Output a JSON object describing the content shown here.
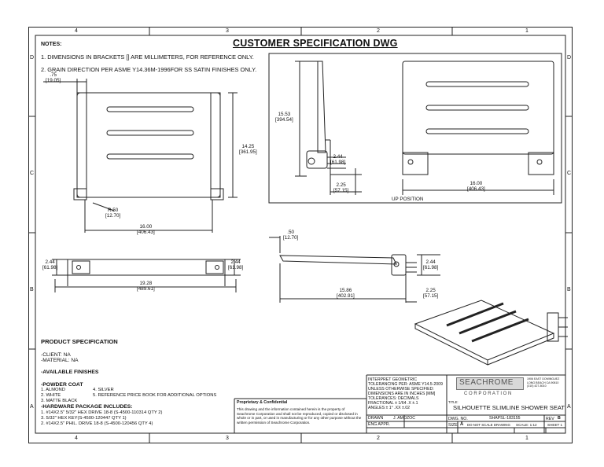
{
  "title": "CUSTOMER SPECIFICATION DWG",
  "zones": {
    "columns": [
      "4",
      "3",
      "2",
      "1"
    ],
    "rows": [
      "D",
      "C",
      "B",
      "A"
    ]
  },
  "notes": {
    "heading": "NOTES:",
    "items": [
      "1. DIMENSIONS IN BRACKETS [] ARE MILLIMETERS, FOR REFERENCE ONLY.",
      "2. GRAIN DIRECTION PER ASME Y14.36M-1996FOR SS SATIN FINISHES ONLY."
    ]
  },
  "dimensions": {
    "top_left_width": ".75",
    "top_left_width_mm": "[19.05]",
    "height": "14.25",
    "height_mm": "[361.95]",
    "radius": "R.50",
    "radius_mm": "[12.70]",
    "front_width": "16.00",
    "front_width_mm": "[406.43]",
    "side_height": "15.53",
    "side_height_mm": "[394.54]",
    "bracket_h": "2.44",
    "bracket_h_mm": "[61.98]",
    "bracket_d": "2.25",
    "bracket_d_mm": "[57.15]",
    "up_width": "16.00",
    "up_width_mm": "[406.43]",
    "up_position_label": "UP POSITION",
    "thick": ".50",
    "thick_mm": "[12.70]",
    "top_view_width": "19.28",
    "top_view_width_mm": "[489.61]",
    "side_depth": "15.86",
    "side_depth_mm": "[402.91]",
    "left_bracket_h": "2.44",
    "left_bracket_h_mm": "[61.98]",
    "right_bracket_h": "2.44",
    "right_bracket_h_mm": "[61.98]",
    "right_side_h": "2.44",
    "right_side_h_mm": "[61.98]",
    "right_side_d": "2.25",
    "right_side_d_mm": "[57.15]"
  },
  "product_spec": {
    "heading": "PRODUCT SPECIFICATION",
    "client": "-CLIENT: NA",
    "material": "-MATERIAL: NA",
    "finishes_heading": "-AVAILABLE FINISHES",
    "powder_coat_heading": "-POWDER COAT",
    "finishes_col1": [
      "1. ALMOND",
      "2. WHITE",
      "3. MATTE BLACK"
    ],
    "finishes_col2": [
      "4. SILVER",
      "5. REFERENCE PRICE BOOK FOR ADDITIONAL OPTIONS"
    ],
    "hardware_heading": "-HARDWARE PACKAGE INCLUDES:",
    "hardware_items": [
      "1. #14X2.5\" 5/32\" HEX DRIVE 18-8 (S-4500-110314 QTY 2)",
      "3. 5/32\" HEX KEY(S-4500-120447 QTY 1)",
      "2. #14X2.5\" PHIL. DRIVE 18-8 (S-4500-120456 QTY 4)"
    ]
  },
  "proprietary": {
    "heading": "Proprietary & Confidential",
    "body": "This drawing and the information contained herein is the property of Seachrome Corporation and shall not be reproduced, copied or disclosed in whole or in part, or used in manufacturing or for any other purpose without the written permission of Seachrome Corporation."
  },
  "tolerance": {
    "lines": [
      "INTERPRET GEOMETRIC",
      "TOLERANCING PER: ASME Y14.5-2009",
      "UNLESS OTHERWISE SPECIFIED:",
      "DIMENSIONS ARE IN INCHES [MM]",
      "TOLERANCES:           DECIMALS",
      "FRACTIONAL ± 1/64      .X    ±.1",
      "ANGLES ± 1°             .XX   ±.02"
    ],
    "drawn_label": "DRAWN",
    "drawn_by": "J. AMOZOC",
    "eng_label": "ENG APPR."
  },
  "company": {
    "logo_text": "SEACHROME",
    "corp_text": "C O R P O R A T I O N",
    "address": "1906 EAST DOMINGUEZ LONG BEACH CA 90810 (310) 427-8010"
  },
  "title_block": {
    "title_label": "TITLE:",
    "part_title": "SILHOUETTE SLIMLINE SHOWER SEAT",
    "dwg_label": "DWG. NO.",
    "dwg_no": "SHAPSL-183155",
    "rev_label": "REV",
    "rev": "B",
    "size_label": "SIZE",
    "size": "A",
    "scale_note": "DO NOT SCALE DRAWING",
    "scale": "SCALE: 1:12",
    "sheet": "SHEET 1"
  }
}
